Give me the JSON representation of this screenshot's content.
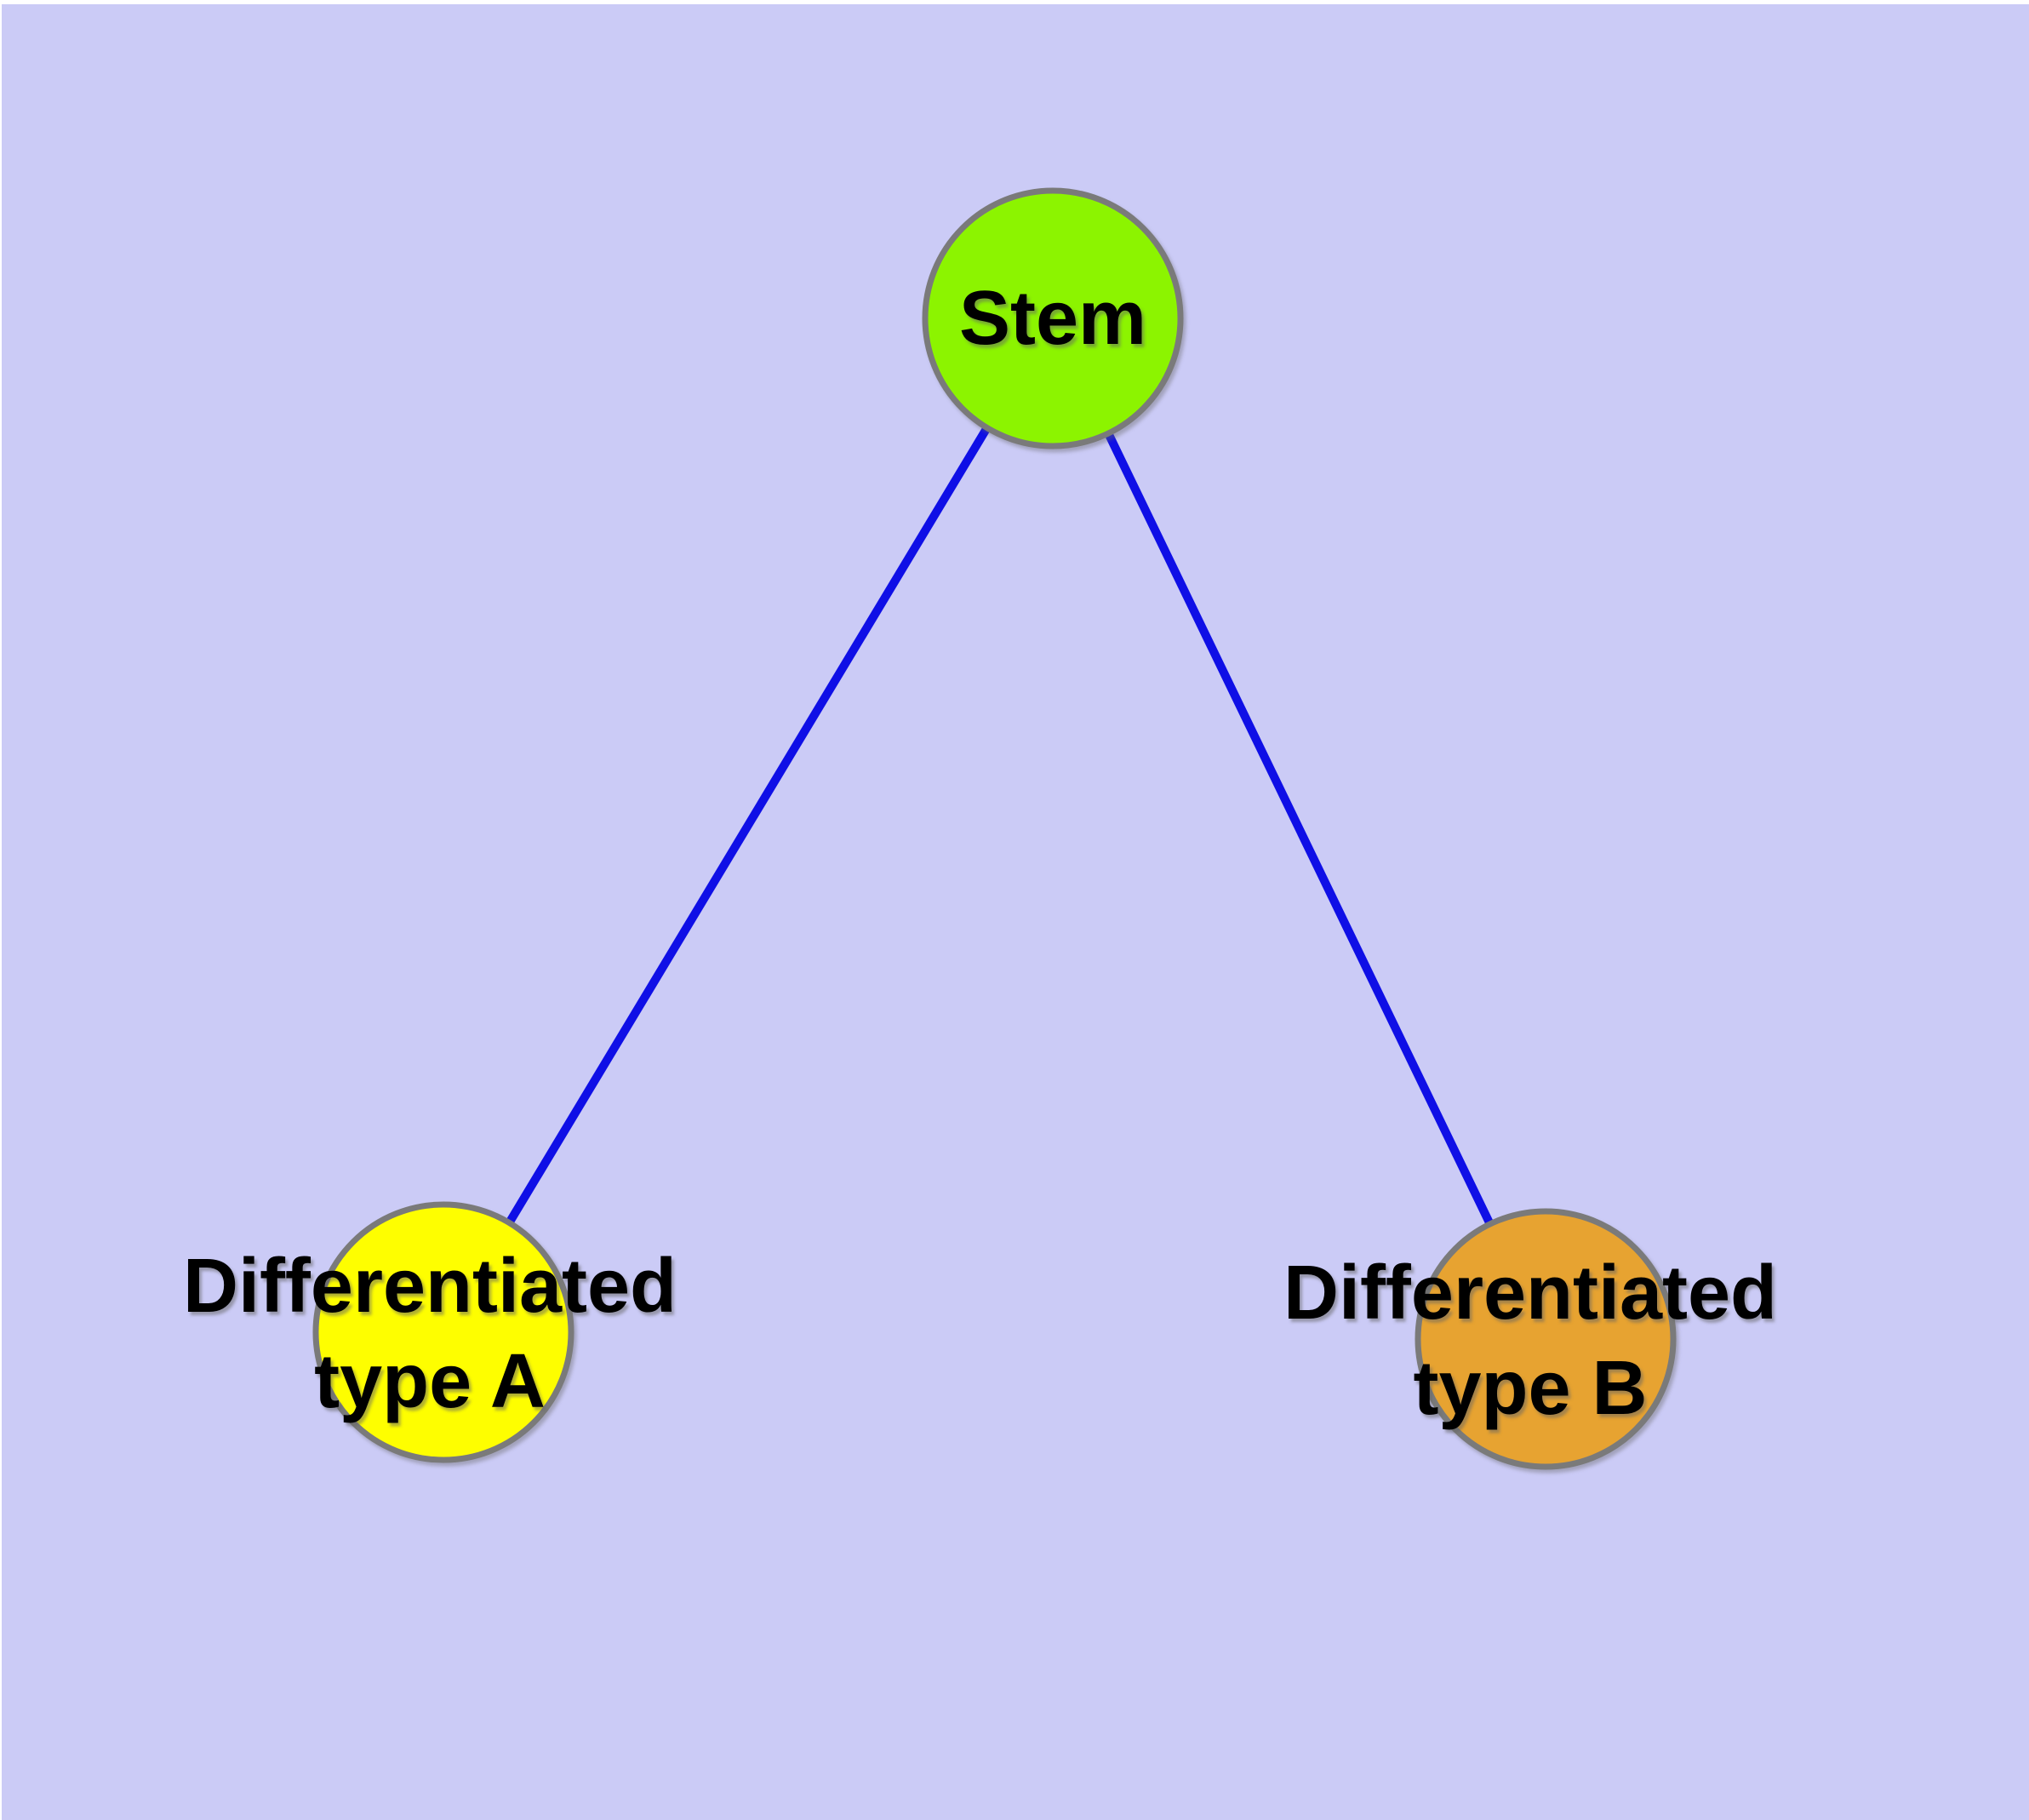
{
  "canvas": {
    "background_color": "#CBCBF6",
    "margin_color": "#FFFFFF"
  },
  "nodes": [
    {
      "id": "stem",
      "label": "Stem",
      "fill": "#8CF400",
      "stroke": "#7A7A7A",
      "text_color": "#000000"
    },
    {
      "id": "type-a",
      "label": "Differentiated\ntype A",
      "fill": "#FEFE00",
      "stroke": "#7A7A7A",
      "text_color": "#000000"
    },
    {
      "id": "type-b",
      "label": "Differentiated\ntype B",
      "fill": "#E7A331",
      "stroke": "#7A7A7A",
      "text_color": "#000000"
    }
  ],
  "edges": [
    {
      "from": "stem",
      "to": "type-a",
      "color": "#0F0FE6"
    },
    {
      "from": "stem",
      "to": "type-b",
      "color": "#0F0FE6"
    }
  ]
}
